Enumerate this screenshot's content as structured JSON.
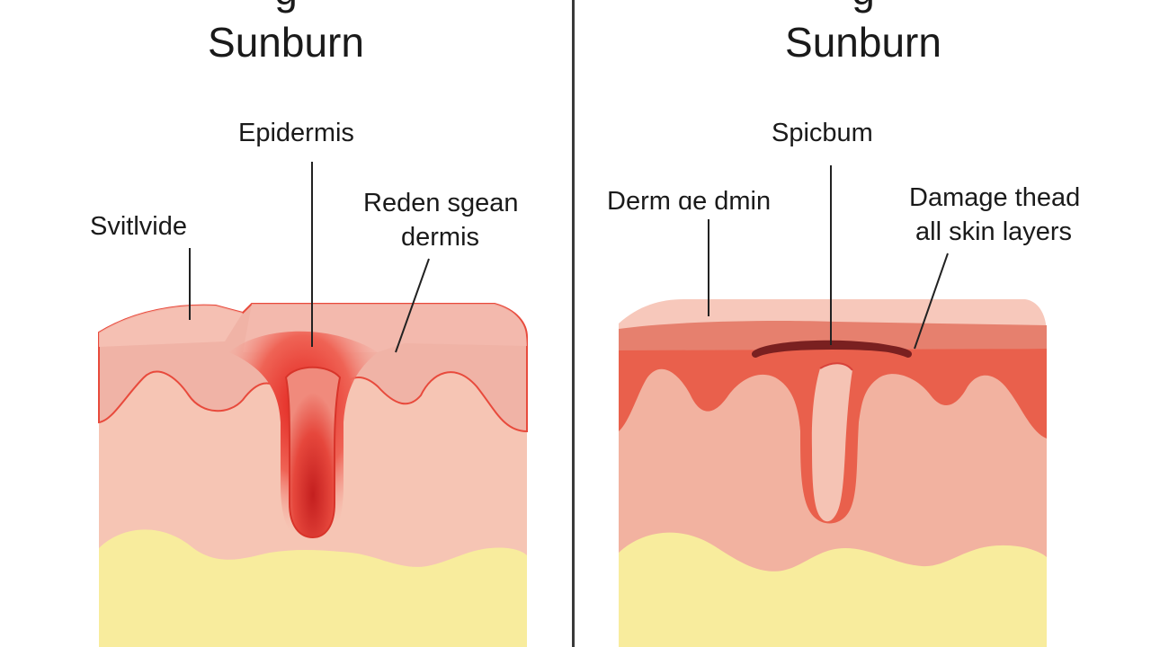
{
  "left": {
    "title_clipped": "g",
    "title": "Sunburn",
    "labels": {
      "epidermis": "Epidermis",
      "top_left": "Svitlvide",
      "reddened_line1": "Reden sgean",
      "reddened_line2": "dermis"
    }
  },
  "right": {
    "title_clipped": "g",
    "title": "Sunburn",
    "labels": {
      "top_center": "Spicbum",
      "dermis": "Derm ɑe dmin",
      "damage_line1": "Damage thead",
      "damage_line2": "all skin layers"
    }
  },
  "colors": {
    "skin_pink": "#f5c2b2",
    "epidermis_pink": "#efb1a4",
    "burn_red": "#e03a2f",
    "deep_red": "#e9604c",
    "fat_yellow": "#f8ec9d"
  }
}
